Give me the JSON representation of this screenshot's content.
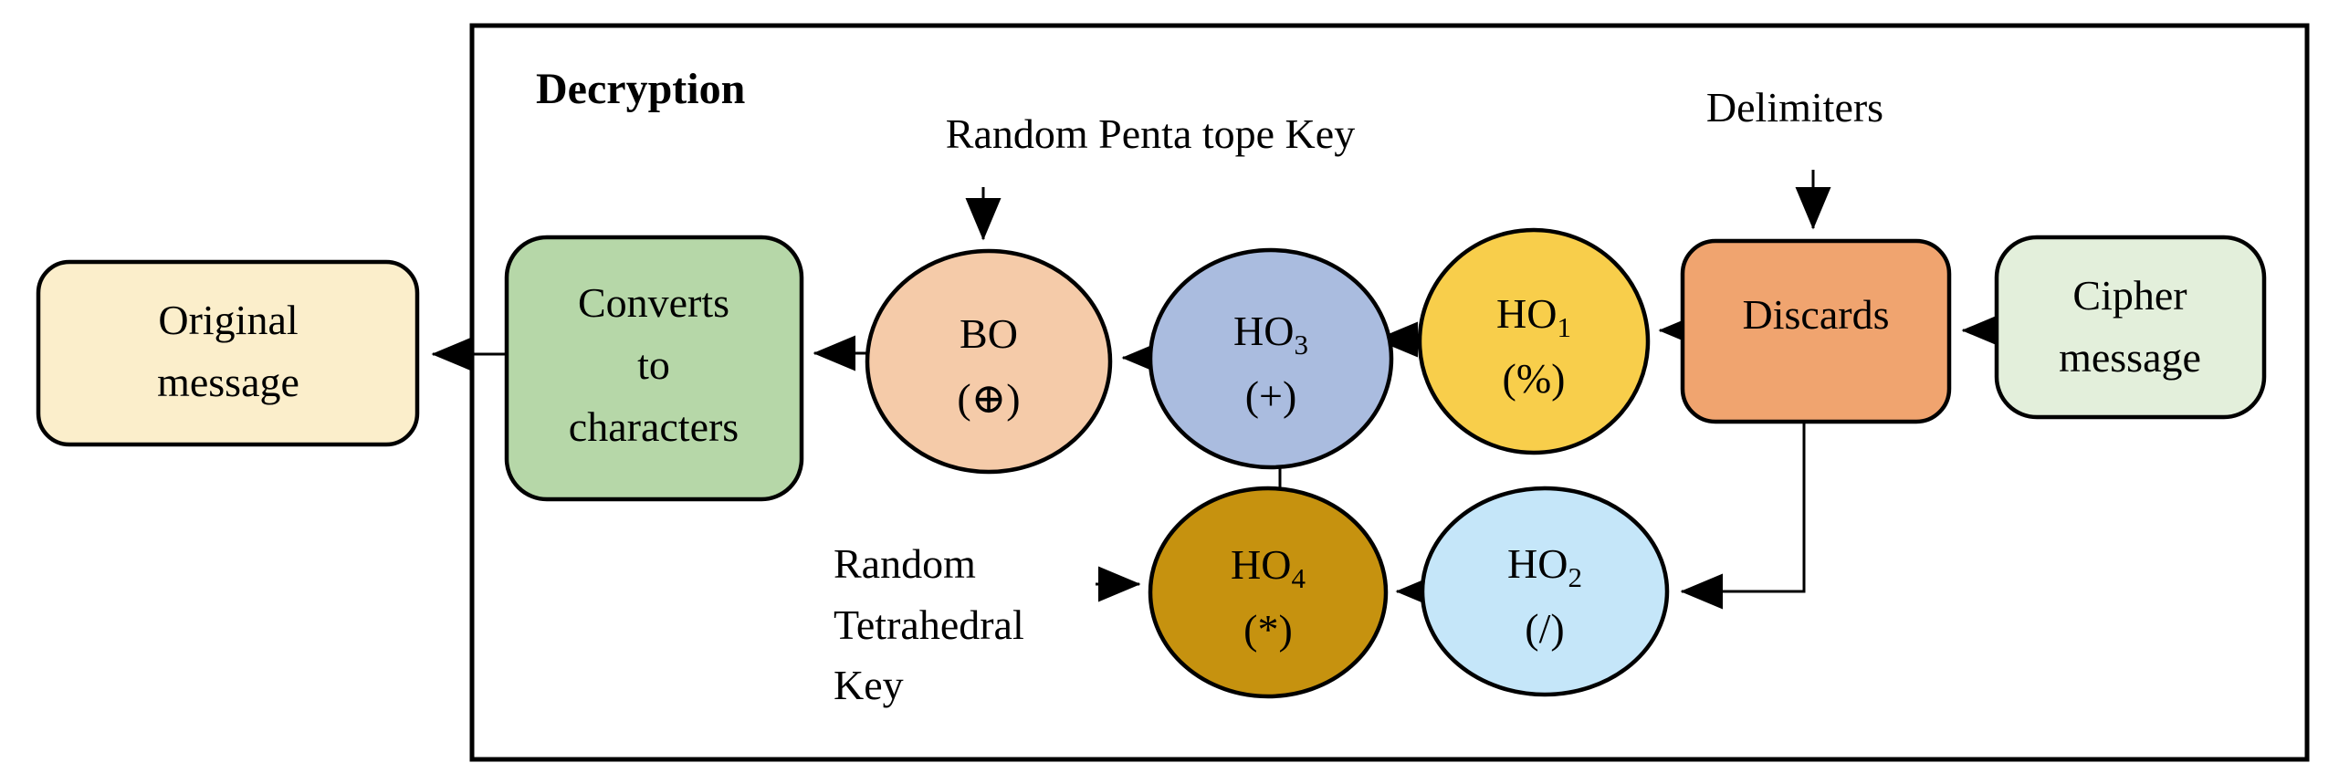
{
  "diagram": {
    "title": "Decryption",
    "nodes": {
      "original_message": {
        "line1": "Original",
        "line2": "message",
        "fill": "#FBEECB"
      },
      "converts": {
        "line1": "Converts",
        "line2": "to",
        "line3": "characters",
        "fill": "#B6D7A8"
      },
      "bo": {
        "label": "BO",
        "op": "(⊕)",
        "fill": "#F5CBA9"
      },
      "ho3": {
        "label_main": "HO",
        "label_sub": "3",
        "op": "(+)",
        "fill": "#AABCDF"
      },
      "ho1": {
        "label_main": "HO",
        "label_sub": "1",
        "op": "(%)",
        "fill": "#F8CE4B"
      },
      "discards": {
        "label": "Discards",
        "fill": "#F0A46F"
      },
      "cipher_message": {
        "line1": "Cipher",
        "line2": "message",
        "fill": "#E3EFDB"
      },
      "ho4": {
        "label_main": "HO",
        "label_sub": "4",
        "op": "(*)",
        "fill": "#C6920F"
      },
      "ho2": {
        "label_main": "HO",
        "label_sub": "2",
        "op": "(/)",
        "fill": "#C5E6F9"
      }
    },
    "annotations": {
      "penta_key": "Random Penta tope Key",
      "delimiters": "Delimiters",
      "tetra_key_line1": "Random",
      "tetra_key_line2": "Tetrahedral",
      "tetra_key_line3": "Key"
    },
    "colors": {
      "stroke": "#000000",
      "background": "#FFFFFF"
    }
  }
}
